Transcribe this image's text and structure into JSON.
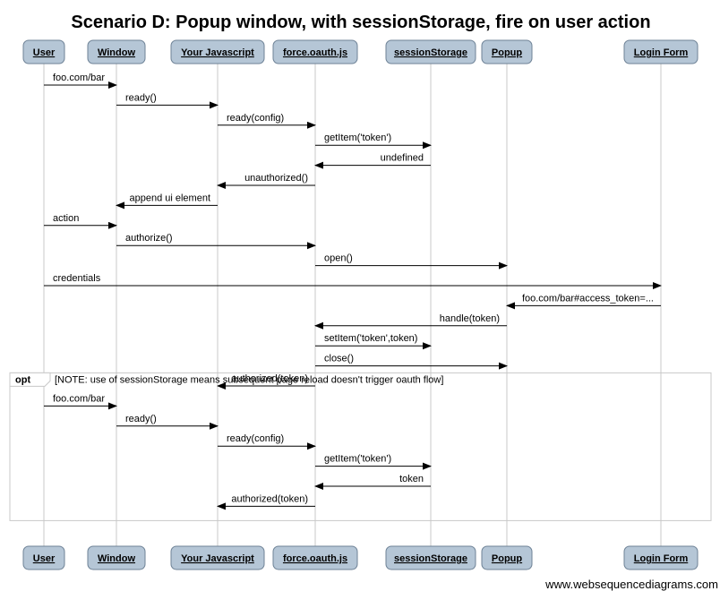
{
  "title": "Scenario D: Popup window, with sessionStorage, fire on user action",
  "colors": {
    "participant_fill": "#b5c6d6",
    "participant_stroke": "#6e8296",
    "lifeline": "#c8c8c8",
    "arrow": "#000000",
    "opt_frame": "#c8c8c8"
  },
  "participants": [
    {
      "id": "user",
      "label": "User"
    },
    {
      "id": "window",
      "label": "Window"
    },
    {
      "id": "js",
      "label": "Your Javascript"
    },
    {
      "id": "force",
      "label": "force.oauth.js"
    },
    {
      "id": "storage",
      "label": "sessionStorage"
    },
    {
      "id": "popup",
      "label": "Popup"
    },
    {
      "id": "login",
      "label": "Login Form"
    }
  ],
  "messages": [
    {
      "from": "user",
      "to": "window",
      "label": "foo.com/bar"
    },
    {
      "from": "window",
      "to": "js",
      "label": "ready()"
    },
    {
      "from": "js",
      "to": "force",
      "label": "ready(config)"
    },
    {
      "from": "force",
      "to": "storage",
      "label": "getItem('token')"
    },
    {
      "from": "storage",
      "to": "force",
      "label": "undefined"
    },
    {
      "from": "force",
      "to": "js",
      "label": "unauthorized()"
    },
    {
      "from": "js",
      "to": "window",
      "label": "append ui element"
    },
    {
      "from": "user",
      "to": "window",
      "label": "action"
    },
    {
      "from": "window",
      "to": "force",
      "label": "authorize()"
    },
    {
      "from": "force",
      "to": "popup",
      "label": "open()"
    },
    {
      "from": "user",
      "to": "login",
      "label": "credentials"
    },
    {
      "from": "login",
      "to": "popup",
      "label": "foo.com/bar#access_token=..."
    },
    {
      "from": "popup",
      "to": "force",
      "label": "handle(token)"
    },
    {
      "from": "force",
      "to": "storage",
      "label": "setItem('token',token)"
    },
    {
      "from": "force",
      "to": "popup",
      "label": "close()"
    },
    {
      "from": "force",
      "to": "js",
      "label": "authorized(token)"
    },
    {
      "from": "user",
      "to": "window",
      "label": "foo.com/bar"
    },
    {
      "from": "window",
      "to": "js",
      "label": "ready()"
    },
    {
      "from": "js",
      "to": "force",
      "label": "ready(config)"
    },
    {
      "from": "force",
      "to": "storage",
      "label": "getItem('token')"
    },
    {
      "from": "storage",
      "to": "force",
      "label": "token"
    },
    {
      "from": "force",
      "to": "js",
      "label": "authorized(token)"
    }
  ],
  "opt": {
    "tag": "opt",
    "text": "[NOTE: use of sessionStorage means subsequent page reload doesn't trigger oauth flow]",
    "first_message": 16,
    "last_message": 21
  },
  "footer": "www.websequencediagrams.com"
}
